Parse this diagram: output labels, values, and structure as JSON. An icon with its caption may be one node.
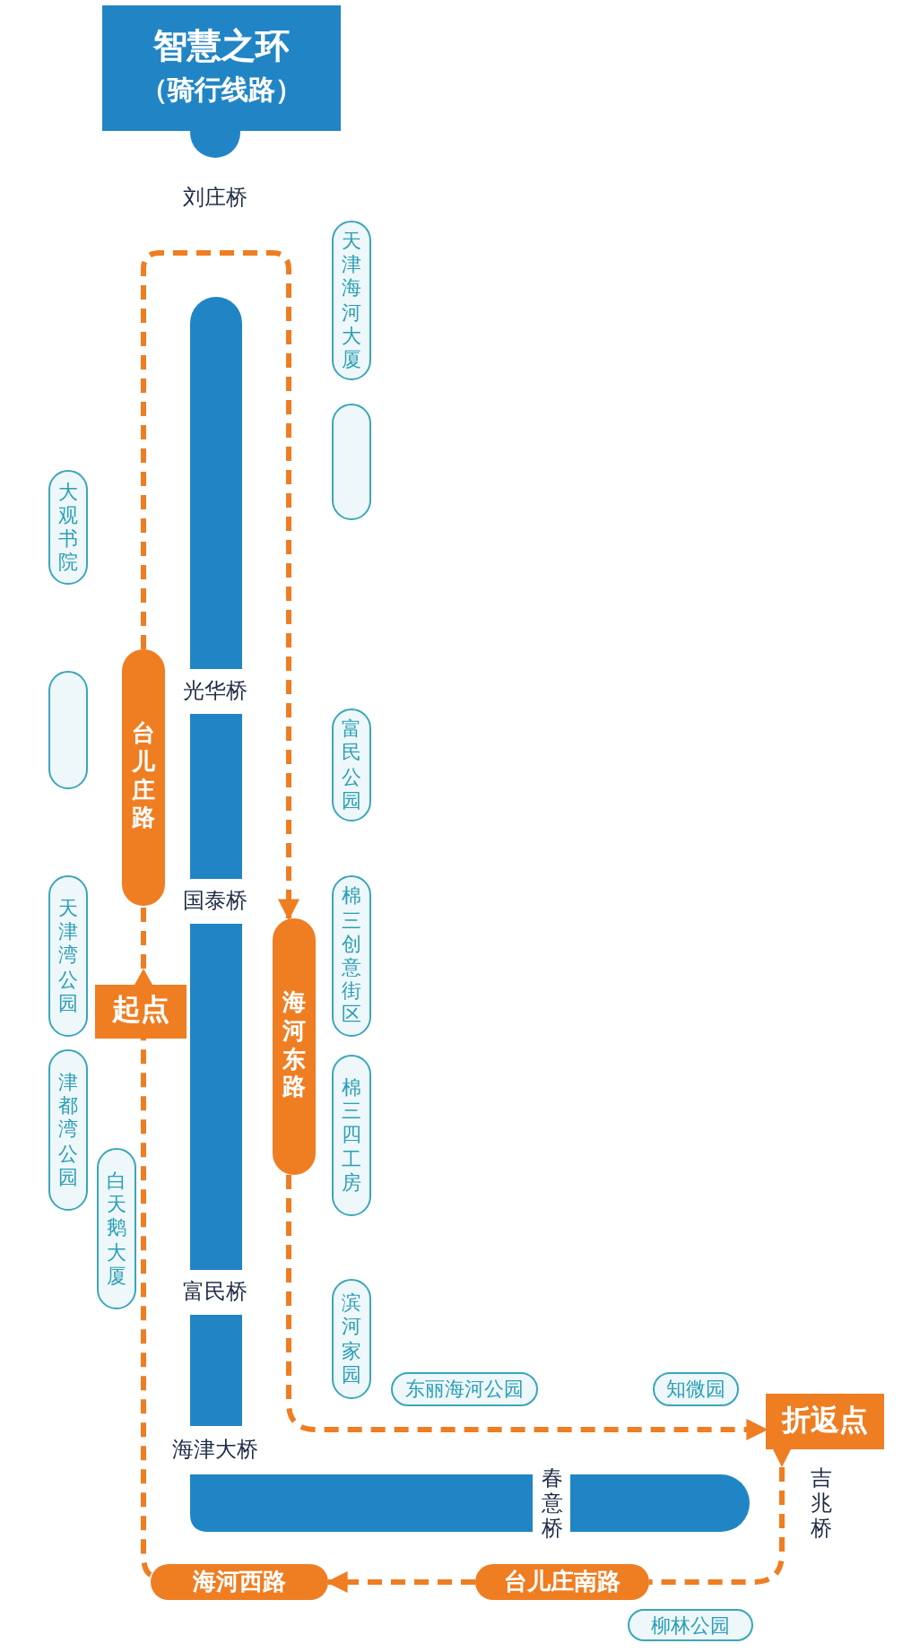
{
  "diagram": {
    "nodes": [
      {
        "text": [
          "智慧之环",
          "（骑行线路）"
        ]
      },
      {
        "text": [
          "天津海河大厦"
        ]
      },
      {
        "text": [],
        "shape": "box"
      },
      {
        "text": [
          "大观书院"
        ]
      },
      {
        "text": [],
        "shape": "box"
      },
      {
        "text": [
          "台儿庄路"
        ]
      },
      {
        "text": [
          "富民公园"
        ]
      },
      {
        "text": [
          "天津湾公园"
        ]
      },
      {
        "text": [
          "棉三创意街区"
        ]
      },
      {
        "text": [
          "海河东路"
        ]
      },
      {
        "text": [
          "起点"
        ]
      },
      {
        "text": [
          "津都湾公园"
        ]
      },
      {
        "text": [
          "棉三四工房"
        ]
      },
      {
        "text": [
          "白天鹅大厦"
        ]
      },
      {
        "text": [
          "滨河家园"
        ]
      },
      {
        "text": [
          "东丽海河公园"
        ]
      },
      {
        "text": [
          "知微园"
        ]
      },
      {
        "text": [
          "折返点"
        ]
      },
      {
        "text": [
          "台儿庄南路"
        ]
      },
      {
        "text": [
          "海河西路"
        ]
      },
      {
        "text": [
          "柳林公园"
        ]
      }
    ],
    "edges": [
      {
        "from": 5,
        "to": 9,
        "arrow": "to",
        "style": "dashed"
      },
      {
        "from": 9,
        "to": 17,
        "arrow": "to",
        "style": "dashed"
      },
      {
        "from": 17,
        "to": 18,
        "arrow": "none",
        "style": "dashed"
      },
      {
        "from": 18,
        "to": 19,
        "arrow": "to",
        "style": "dashed"
      },
      {
        "from": 19,
        "to": 10,
        "arrow": "none",
        "style": "dashed"
      },
      {
        "from": 10,
        "to": 5,
        "arrow": "none",
        "style": "dashed"
      }
    ],
    "labels": [
      "刘庄桥",
      "光华桥",
      "国泰桥",
      "富民桥",
      "海津大桥",
      "春意桥",
      "吉兆桥"
    ]
  }
}
